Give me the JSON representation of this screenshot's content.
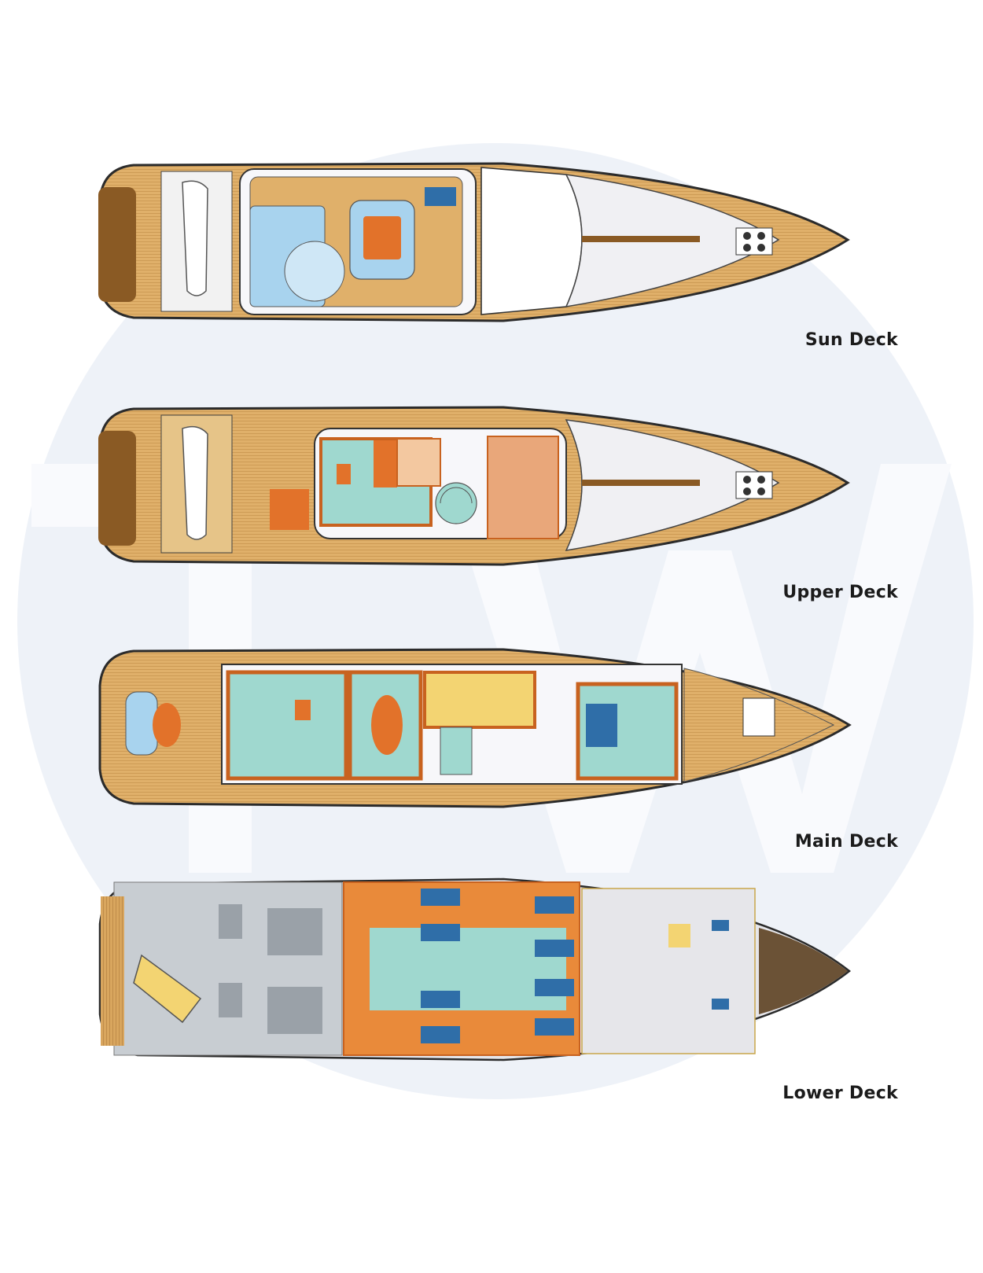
{
  "watermark": {
    "color": "#eef2f8",
    "text_color": "#f9fafd",
    "letters": "TW"
  },
  "colors": {
    "teak": "#e0b06a",
    "teak_dark": "#8a5a24",
    "hull_outline": "#2b2b2b",
    "superstructure": "#f7f7fa",
    "cabin_orange": "#e2722a",
    "lounge_teal": "#9fd8cf",
    "pool_blue": "#a8d3ee",
    "bed_blue": "#2f6ea8",
    "machinery_grey": "#b9bec4",
    "crew_grey": "#e6e6ea",
    "galley_yellow": "#f3d472"
  },
  "decks": [
    {
      "id": "sun",
      "label": "Sun Deck"
    },
    {
      "id": "upper",
      "label": "Upper Deck"
    },
    {
      "id": "main",
      "label": "Main Deck"
    },
    {
      "id": "lower",
      "label": "Lower Deck"
    }
  ]
}
